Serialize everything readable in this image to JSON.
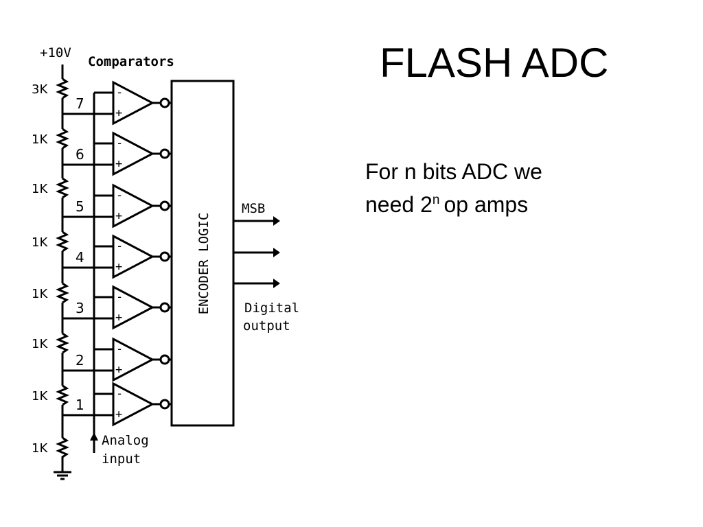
{
  "slide": {
    "title": "FLASH ADC",
    "body_line1": "For n bits ADC we",
    "body_line2_prefix": "need 2",
    "body_sup": "n",
    "body_line2_suffix": "op amps"
  },
  "circuit": {
    "supply_label": "+10V",
    "comparators_label": "Comparators",
    "encoder_label": "ENCODER LOGIC",
    "msb_label": "MSB",
    "digital_output_line1": "Digital",
    "digital_output_line2": "output",
    "analog_input_line1": "Analog",
    "analog_input_line2": "input",
    "resistors": [
      "3K",
      "1K",
      "1K",
      "1K",
      "1K",
      "1K",
      "1K",
      "1K"
    ],
    "comparator_numbers": [
      "7",
      "6",
      "5",
      "4",
      "3",
      "2",
      "1"
    ],
    "comparator_minus": "-",
    "comparator_plus": "+"
  }
}
